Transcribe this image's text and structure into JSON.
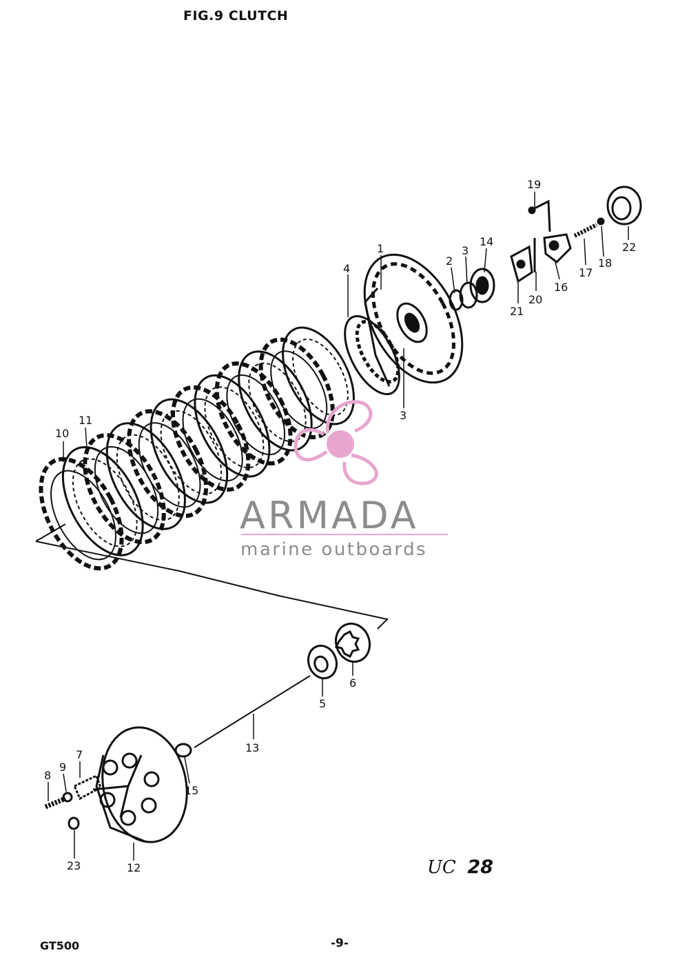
{
  "header": {
    "title": "FIG.9 CLUTCH"
  },
  "footer": {
    "model": "GT500",
    "page": "-9-"
  },
  "catalog_code": {
    "prefix": "UC",
    "number": "28"
  },
  "watermark": {
    "brand": "ARMADA",
    "tagline": "marine outboards",
    "color": "#e8a6cf"
  },
  "parts": {
    "p1": "1",
    "p2": "2",
    "p3a": "3",
    "p3b": "3",
    "p4": "4",
    "p5": "5",
    "p6": "6",
    "p7": "7",
    "p8": "8",
    "p9": "9",
    "p10": "10",
    "p11": "11",
    "p12": "12",
    "p13": "13",
    "p14": "14",
    "p15": "15",
    "p16": "16",
    "p17": "17",
    "p18": "18",
    "p19": "19",
    "p20": "20",
    "p21": "21",
    "p22": "22",
    "p23": "23"
  }
}
